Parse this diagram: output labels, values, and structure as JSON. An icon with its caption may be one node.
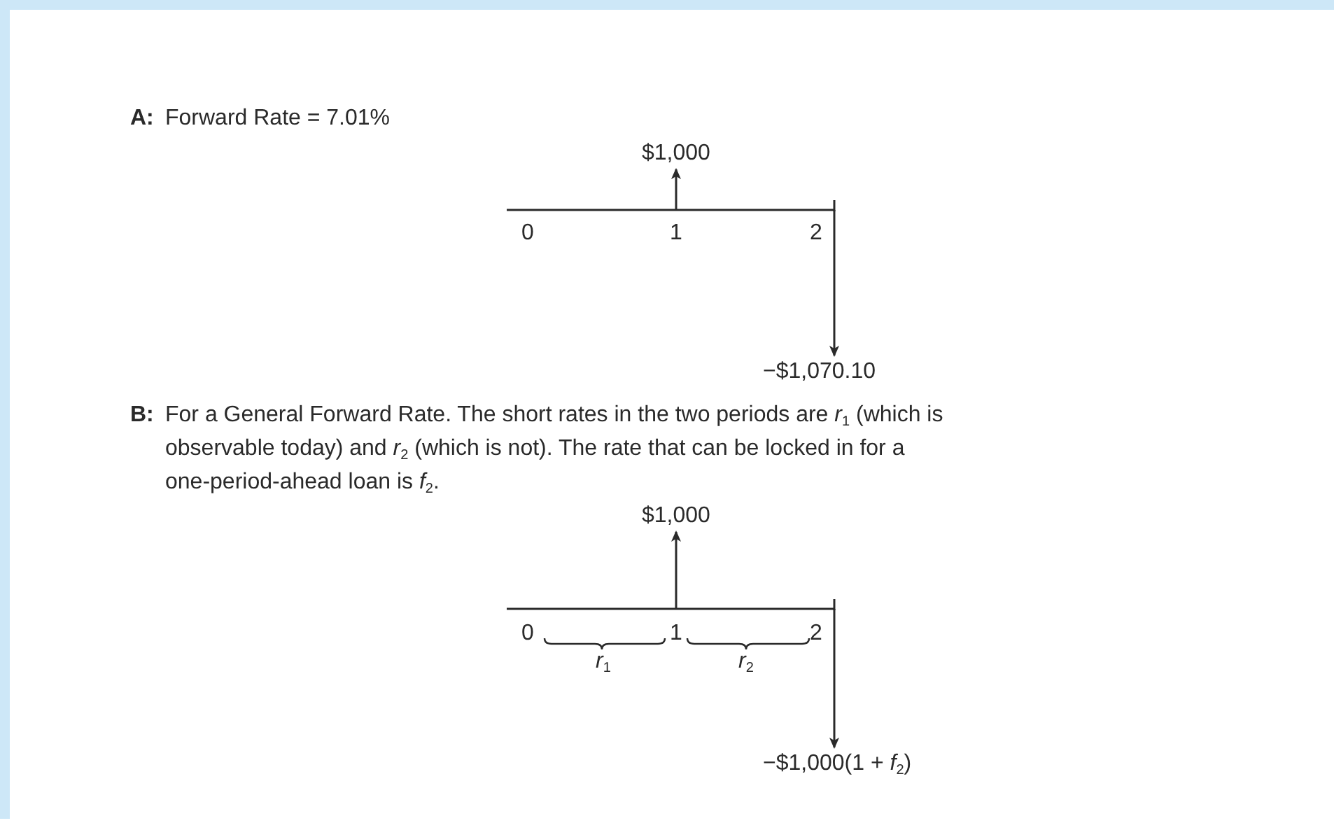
{
  "diagram": {
    "nodes": [
      {
        "text": [
          "$1,000"
        ]
      },
      {
        "text": [
          "−$1,070.10"
        ]
      },
      {
        "text": [
          "$1,000"
        ]
      },
      {
        "text": [
          "−$1,000(1 + *f*$_{2}$)"
        ]
      }
    ],
    "edges": [
      {
        "from": null,
        "to": 0,
        "arrow": "to"
      },
      {
        "from": null,
        "to": 1,
        "arrow": "to"
      },
      {
        "from": null,
        "to": 2,
        "arrow": "to"
      },
      {
        "from": null,
        "to": 3,
        "arrow": "to"
      }
    ],
    "labels": [
      "A:",
      "Forward Rate = 7.01%",
      "0",
      "1",
      "2",
      "B:",
      "For a General Forward Rate. The short rates in the two periods are *r*$_{1}$ (which is observable today) and *r*$_{2}$ (which is not). The rate that can be locked in for a one-period-ahead loan is *f*$_{2}$.",
      "0",
      "1",
      "2",
      "*r*$_{1}$",
      "*r*$_{2}$"
    ]
  }
}
